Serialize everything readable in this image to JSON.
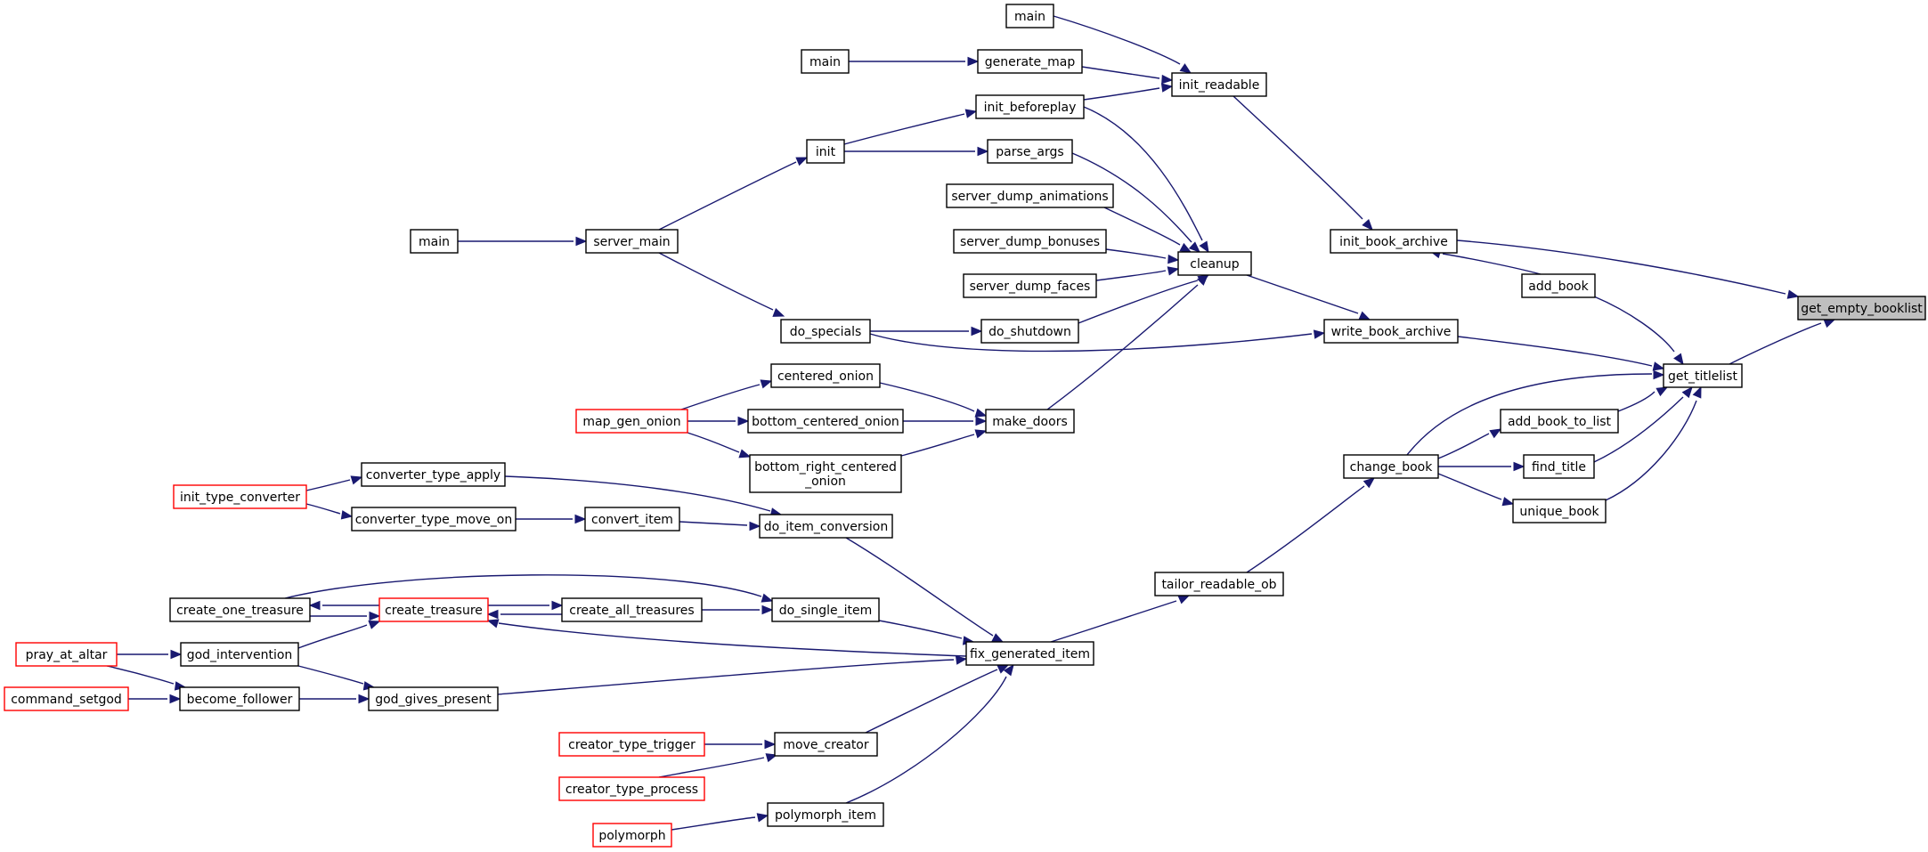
{
  "colors": {
    "edge": "#191970",
    "node_border": "#000000",
    "truncated_node_border": "#ff0000",
    "root_fill": "#bfbfbf",
    "background": "#ffffff"
  },
  "nodes": {
    "get_empty_booklist": "get_empty_booklist",
    "init_book_archive": "init_book_archive",
    "get_titlelist": "get_titlelist",
    "init_readable": "init_readable",
    "main_a": "main",
    "main_b": "main",
    "main_c": "main",
    "generate_map": "generate_map",
    "init_beforeplay": "init_beforeplay",
    "cleanup": "cleanup",
    "init": "init",
    "server_main": "server_main",
    "parse_args": "parse_args",
    "server_dump_animations": "server_dump_animations",
    "server_dump_bonuses": "server_dump_bonuses",
    "server_dump_faces": "server_dump_faces",
    "do_shutdown": "do_shutdown",
    "do_specials": "do_specials",
    "make_doors": "make_doors",
    "centered_onion": "centered_onion",
    "bottom_centered_onion": "bottom_centered_onion",
    "bottom_right_centered_onion_1": "bottom_right_centered",
    "bottom_right_centered_onion_2": "_onion",
    "map_gen_onion": "map_gen_onion",
    "write_book_archive": "write_book_archive",
    "add_book": "add_book",
    "add_book_to_list": "add_book_to_list",
    "change_book": "change_book",
    "find_title": "find_title",
    "unique_book": "unique_book",
    "tailor_readable_ob": "tailor_readable_ob",
    "fix_generated_item": "fix_generated_item",
    "do_item_conversion": "do_item_conversion",
    "converter_type_apply": "converter_type_apply",
    "converter_type_move_on": "converter_type_move_on",
    "init_type_converter": "init_type_converter",
    "convert_item": "convert_item",
    "do_single_item": "do_single_item",
    "create_all_treasures": "create_all_treasures",
    "create_treasure": "create_treasure",
    "create_one_treasure": "create_one_treasure",
    "god_intervention": "god_intervention",
    "pray_at_altar": "pray_at_altar",
    "god_gives_present": "god_gives_present",
    "become_follower": "become_follower",
    "command_setgod": "command_setgod",
    "move_creator": "move_creator",
    "creator_type_trigger": "creator_type_trigger",
    "creator_type_process": "creator_type_process",
    "polymorph_item": "polymorph_item",
    "polymorph": "polymorph"
  }
}
